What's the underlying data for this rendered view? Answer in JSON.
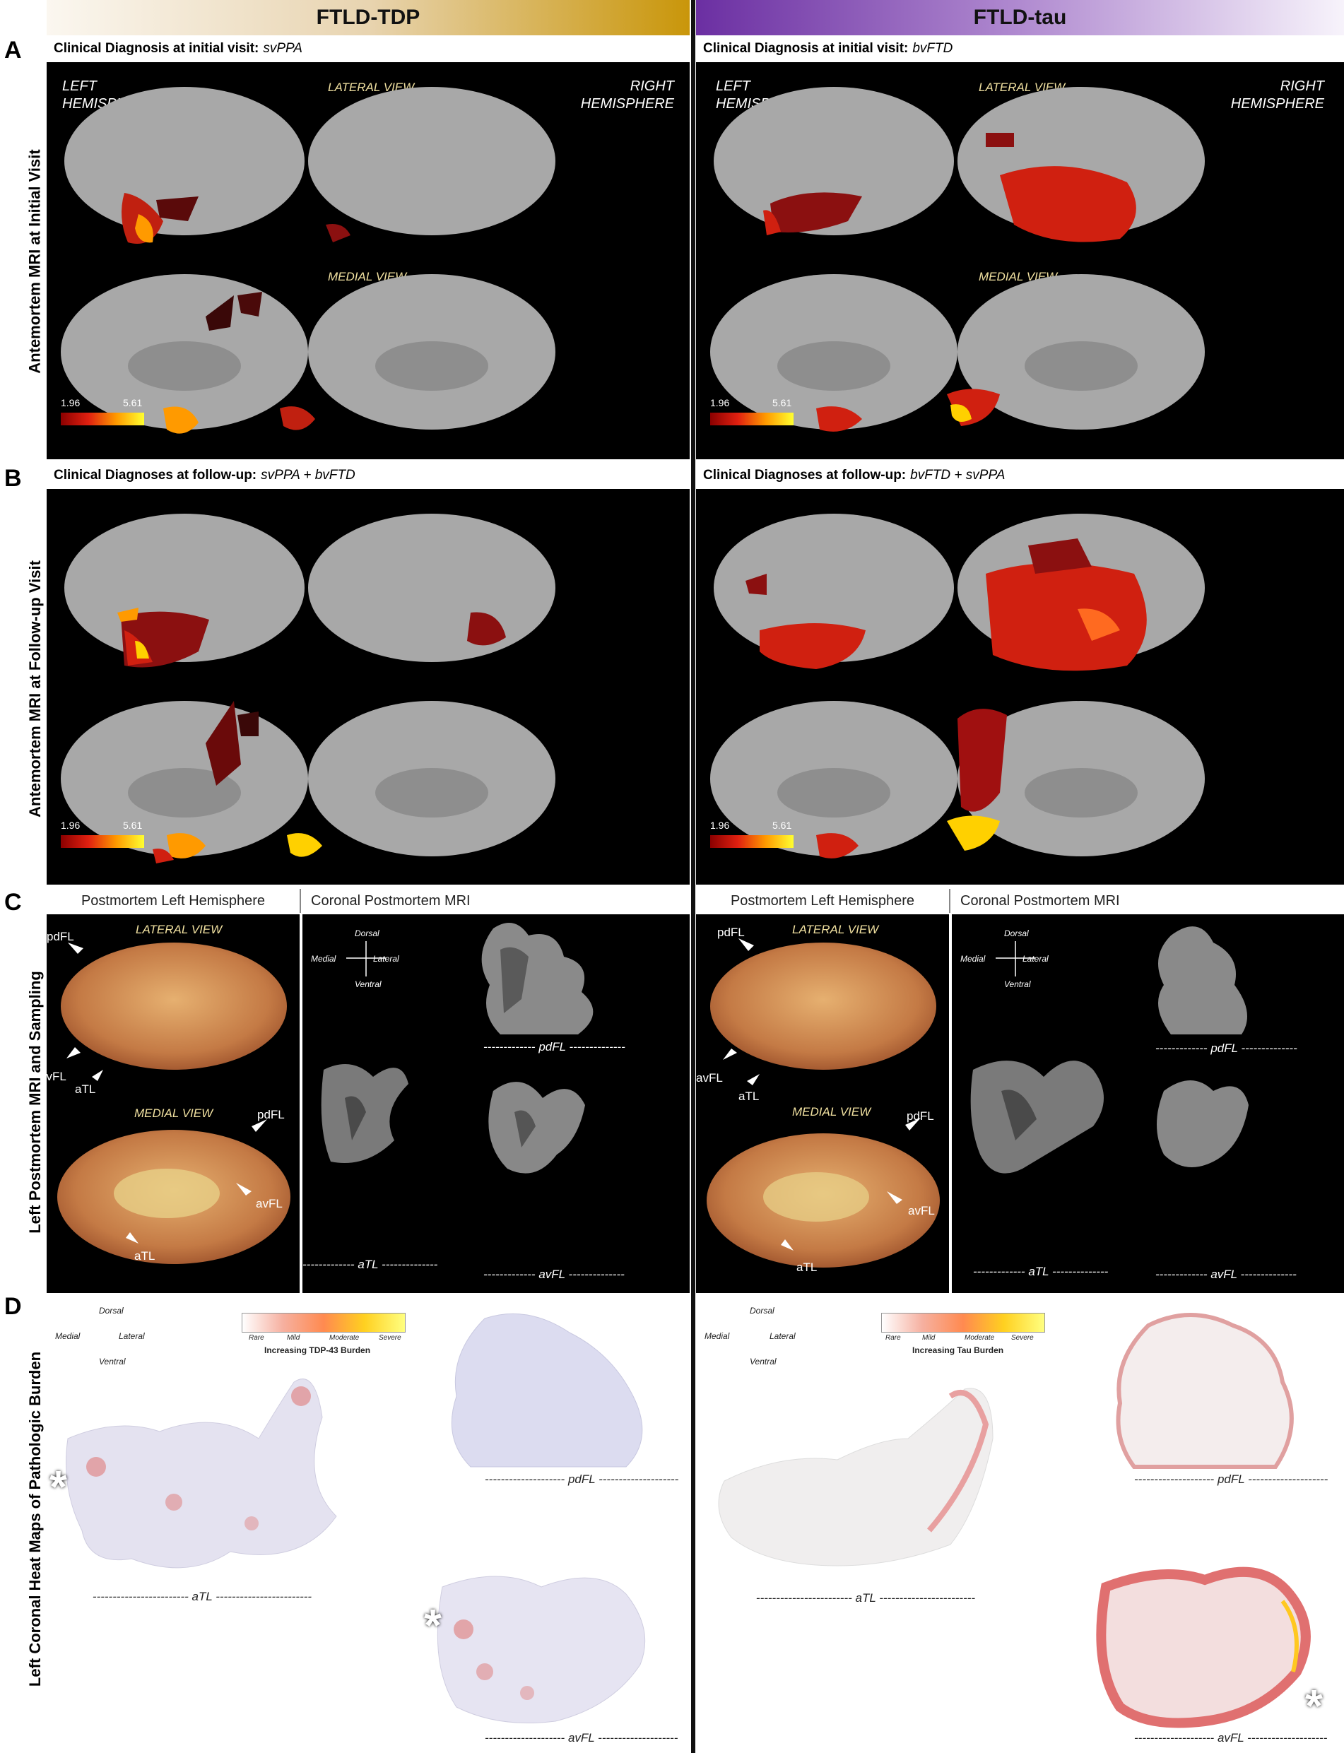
{
  "headers": {
    "left": "FTLD-TDP",
    "right": "FTLD-tau"
  },
  "panels": {
    "A": {
      "letter": "A",
      "side_label": "Antemortem MRI at Initial Visit",
      "left_diag_label": "Clinical Diagnosis at initial visit:",
      "left_diag_value": "svPPA",
      "right_diag_label": "Clinical Diagnosis at initial visit:",
      "right_diag_value": "bvFTD"
    },
    "B": {
      "letter": "B",
      "side_label": "Antemortem MRI at Follow-up Visit",
      "left_diag_label": "Clinical Diagnoses at follow-up:",
      "left_diag_value": "svPPA + bvFTD",
      "right_diag_label": "Clinical Diagnoses at follow-up:",
      "right_diag_value": "bvFTD + svPPA"
    },
    "C": {
      "letter": "C",
      "side_label": "Left Postmortem MRI and Sampling",
      "sub_left": "Postmortem Left Hemisphere",
      "sub_right": "Coronal Postmortem MRI"
    },
    "D": {
      "letter": "D",
      "side_label": "Left Coronal Heat Maps of Pathologic Burden"
    }
  },
  "labels": {
    "left_hemisphere": "LEFT\nHEMISPHERE",
    "right_hemisphere": "RIGHT\nHEMISPHERE",
    "lateral_view": "LATERAL VIEW",
    "medial_view": "MEDIAL VIEW",
    "lateral_view_caps": "LATERAL VIEW",
    "medial_view_caps": "MEDIAL VIEW"
  },
  "scale": {
    "min": "1.96",
    "max": "5.61"
  },
  "orientation": {
    "dorsal": "Dorsal",
    "ventral": "Ventral",
    "medial": "Medial",
    "lateral": "Lateral"
  },
  "regions": {
    "pdFL": "pdFL",
    "avFL": "avFL",
    "aTL": "aTL"
  },
  "captions": {
    "pdFL": "------------- pdFL --------------",
    "avFL": "------------- avFL --------------",
    "aTL": "------------- aTL --------------",
    "d_pdFL": "-------------------- pdFL --------------------",
    "d_avFL": "-------------------- avFL --------------------",
    "d_aTL": "------------------------ aTL ------------------------"
  },
  "heat_legend": {
    "ticks": [
      "Rare",
      "Mild",
      "Moderate",
      "Severe"
    ],
    "tdp_title": "Increasing TDP-43 Burden",
    "tau_title": "Increasing Tau Burden"
  },
  "asterisk": "*",
  "colors": {
    "tdp_accent": "#c9960a",
    "tau_accent": "#6b2fa2",
    "atrophy_low": "#8b0000",
    "atrophy_high": "#ffff30",
    "tdp_heat": "#d87070",
    "tau_heat": "#e87070"
  }
}
